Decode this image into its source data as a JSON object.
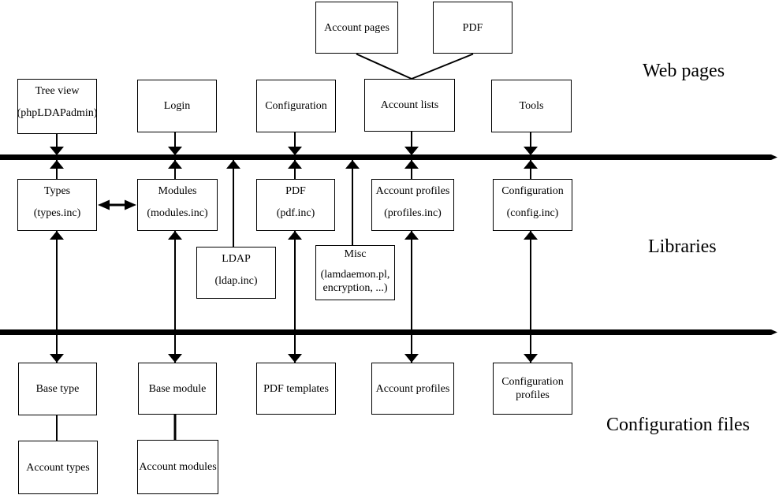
{
  "layer_labels": {
    "web_pages": "Web pages",
    "libraries": "Libraries",
    "configuration_files": "Configuration files"
  },
  "nodes": {
    "account_pages": {
      "line1": "Account pages"
    },
    "pdf_page": {
      "line1": "PDF"
    },
    "tree_view": {
      "line1": "Tree view",
      "line2": "(phpLDAPadmin)"
    },
    "login": {
      "line1": "Login"
    },
    "configuration_page": {
      "line1": "Configuration"
    },
    "account_lists": {
      "line1": "Account lists"
    },
    "tools": {
      "line1": "Tools"
    },
    "types": {
      "line1": "Types",
      "line2": "(types.inc)"
    },
    "modules": {
      "line1": "Modules",
      "line2": "(modules.inc)"
    },
    "pdf_lib": {
      "line1": "PDF",
      "line2": "(pdf.inc)"
    },
    "account_profiles_lib": {
      "line1": "Account profiles",
      "line2": "(profiles.inc)"
    },
    "configuration_lib": {
      "line1": "Configuration",
      "line2": "(config.inc)"
    },
    "ldap": {
      "line1": "LDAP",
      "line2": "(ldap.inc)"
    },
    "misc": {
      "line1": "Misc",
      "line2": "(lamdaemon.pl,",
      "line3": "encryption, ...)"
    },
    "base_type": {
      "line1": "Base type"
    },
    "base_module": {
      "line1": "Base module"
    },
    "pdf_templates": {
      "line1": "PDF templates"
    },
    "account_profiles_file": {
      "line1": "Account profiles"
    },
    "configuration_profiles": {
      "line1": "Configuration",
      "line2": "profiles"
    },
    "account_types": {
      "line1": "Account types"
    },
    "account_modules": {
      "line1": "Account modules"
    }
  },
  "colors": {
    "background": "#ffffff",
    "box_background": "#ffffff",
    "box_border": "#000000",
    "line": "#000000",
    "text": "#000000"
  }
}
